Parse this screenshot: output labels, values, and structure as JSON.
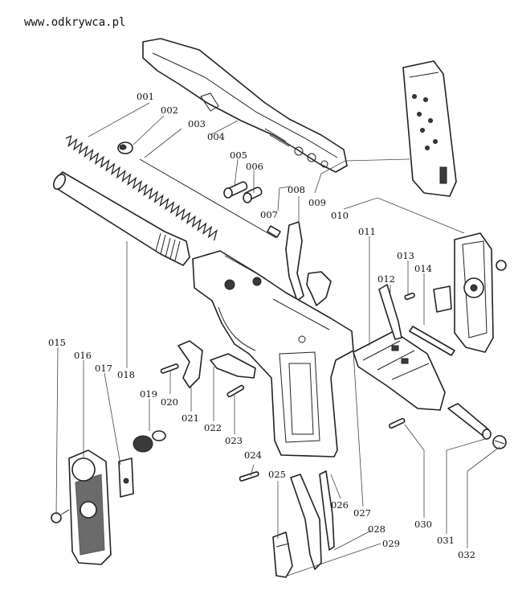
{
  "watermark": "www.odkrywca.pl",
  "colors": {
    "line": "#222222",
    "background": "#ffffff"
  },
  "part_numbers": {
    "p001": "001",
    "p002": "002",
    "p003": "003",
    "p004": "004",
    "p005": "005",
    "p006": "006",
    "p007": "007",
    "p008": "008",
    "p009": "009",
    "p010": "010",
    "p011": "011",
    "p012": "012",
    "p013": "013",
    "p014": "014",
    "p015": "015",
    "p016": "016",
    "p017": "017",
    "p018": "018",
    "p019": "019",
    "p020": "020",
    "p021": "021",
    "p022": "022",
    "p023": "023",
    "p024": "024",
    "p025": "025",
    "p026": "026",
    "p027": "027",
    "p028": "028",
    "p029": "029",
    "p030": "030",
    "p031": "031",
    "p032": "032"
  }
}
